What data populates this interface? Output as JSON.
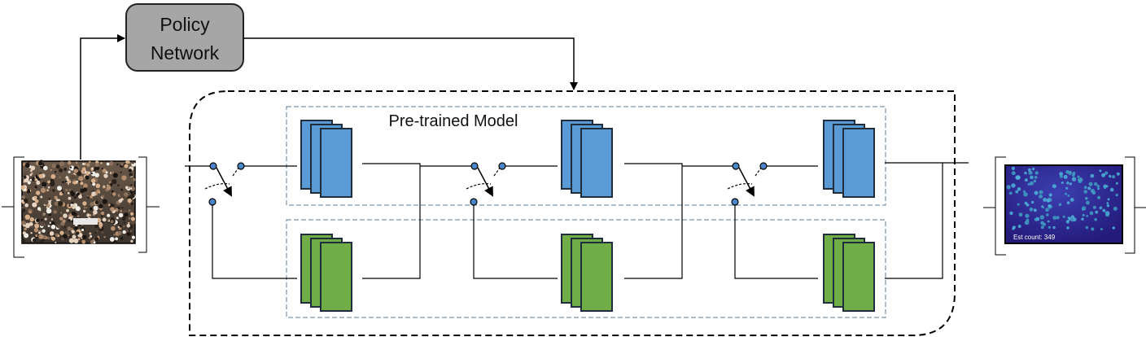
{
  "policy_network": {
    "line1": "Policy",
    "line2": "Network"
  },
  "pretrained_model": {
    "title": "Pre-trained Model"
  },
  "density_map": {
    "count_label": "Est count: 349"
  },
  "colors": {
    "policy_box": "#a6a6a6",
    "pretrained_block": "#5b9bd5",
    "finetuned_block": "#70ad47",
    "block_outline": "#1f2d3d",
    "panel_border": "#5a7d9a",
    "density_bg": "#2f1f8a"
  },
  "icons": {
    "switch": "switch-icon",
    "conv_block": "conv-layer-stack-icon"
  }
}
